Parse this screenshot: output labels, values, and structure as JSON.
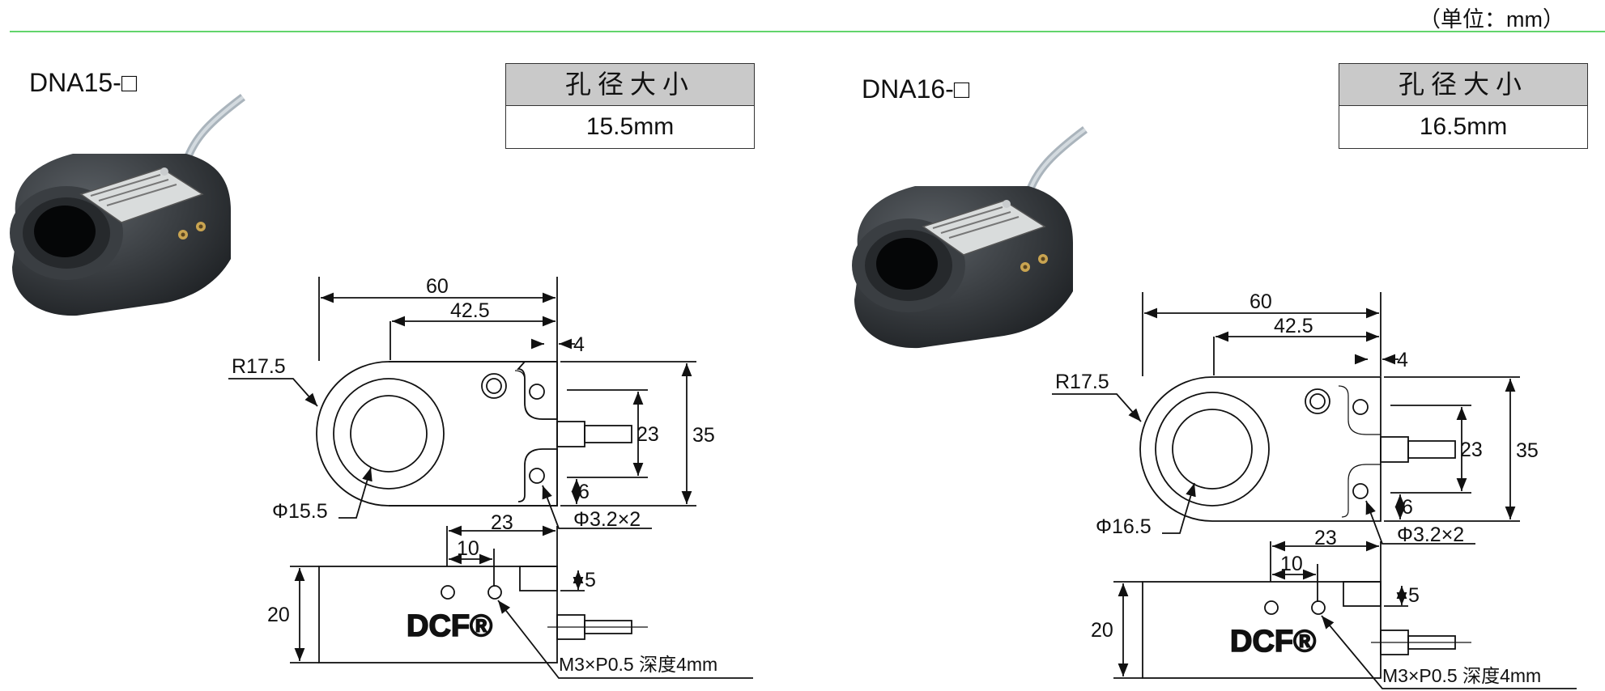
{
  "unit_note": "（单位：mm）",
  "colors": {
    "rule": "#62d46b",
    "header_fill": "#c9c9c9",
    "sensor_body": "#2b2f33"
  },
  "products": [
    {
      "model": "DNA15-□",
      "spec_header": "孔径大小",
      "spec_value": "15.5mm",
      "dims": {
        "length": "60",
        "hole_to_end": "42.5",
        "step": "4",
        "cable_spacing": "23",
        "height": "35",
        "radius": "R17.5",
        "bore": "Φ15.5",
        "mount_offset": "6",
        "mount_holes": "Φ3.2×2",
        "side_span": "23",
        "side_pitch": "10",
        "side_step": "5",
        "thickness": "20",
        "thread": "M3×P0.5 深度4mm"
      },
      "logo": "DCF®"
    },
    {
      "model": "DNA16-□",
      "spec_header": "孔径大小",
      "spec_value": "16.5mm",
      "dims": {
        "length": "60",
        "hole_to_end": "42.5",
        "step": "4",
        "cable_spacing": "23",
        "height": "35",
        "radius": "R17.5",
        "bore": "Φ16.5",
        "mount_offset": "6",
        "mount_holes": "Φ3.2×2",
        "side_span": "23",
        "side_pitch": "10",
        "side_step": "5",
        "thickness": "20",
        "thread": "M3×P0.5 深度4mm"
      },
      "logo": "DCF®"
    }
  ]
}
